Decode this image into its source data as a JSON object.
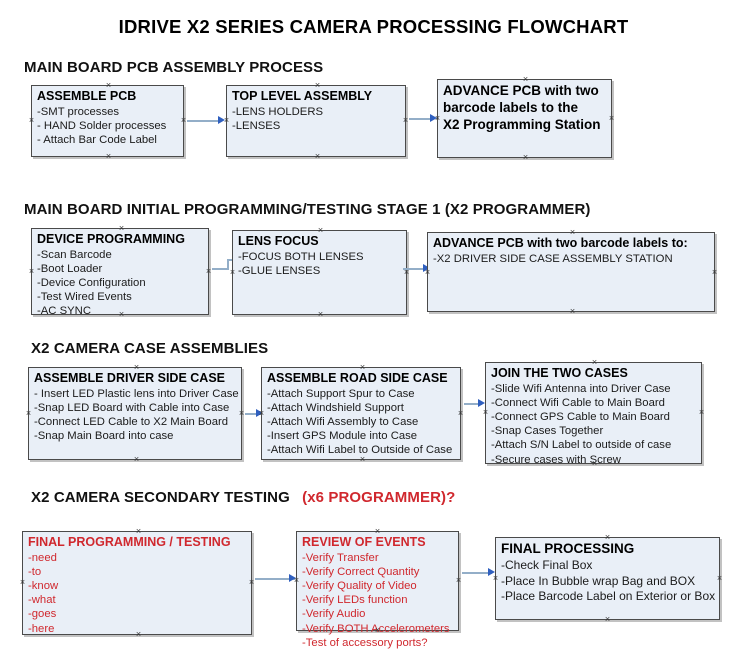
{
  "document": {
    "title": "IDRIVE X2  SERIES CAMERA PROCESSING FLOWCHART"
  },
  "colors": {
    "node_fill": "#e9eff7",
    "node_border": "#4a4a4a",
    "connector": "#93aec8",
    "arrow_head": "#2f5fbf",
    "red_text": "#d0282e",
    "black_text": "#000000"
  },
  "sections": [
    {
      "heading": "MAIN BOARD PCB ASSEMBLY PROCESS",
      "heading_red": "",
      "nodes": [
        {
          "title": "ASSEMBLE PCB",
          "lines": [
            "-SMT processes",
            "- HAND Solder processes",
            "- Attach Bar Code Label"
          ]
        },
        {
          "title": "TOP LEVEL ASSEMBLY",
          "lines": [
            "-LENS HOLDERS",
            "-LENSES"
          ]
        },
        {
          "title": "ADVANCE PCB with two",
          "lines": [
            "barcode labels to the",
            " X2 Programming Station"
          ]
        }
      ]
    },
    {
      "heading": "MAIN BOARD INITIAL PROGRAMMING/TESTING STAGE 1 (X2 PROGRAMMER)",
      "heading_red": "",
      "nodes": [
        {
          "title": "DEVICE PROGRAMMING",
          "lines": [
            "-Scan Barcode",
            "-Boot Loader",
            "-Device Configuration",
            "-Test Wired Events",
            "-AC SYNC"
          ]
        },
        {
          "title": "LENS FOCUS",
          "lines": [
            "-FOCUS BOTH LENSES",
            "-GLUE LENSES"
          ]
        },
        {
          "title": "ADVANCE PCB with two barcode labels to:",
          "lines": [
            "-X2 DRIVER  SIDE  CASE  ASSEMBLY STATION"
          ]
        }
      ]
    },
    {
      "heading": "X2 CAMERA CASE ASSEMBLIES",
      "heading_red": "",
      "nodes": [
        {
          "title": "ASSEMBLE DRIVER SIDE CASE",
          "lines": [
            "- Insert LED Plastic lens into Driver Case",
            "-Snap LED Board with Cable into Case",
            "-Connect LED Cable to X2 Main Board",
            "-Snap Main Board into case"
          ]
        },
        {
          "title": "ASSEMBLE ROAD SIDE CASE",
          "lines": [
            "-Attach Support Spur to Case",
            "-Attach Windshield Support",
            "-Attach Wifi Assembly to Case",
            "-Insert GPS Module into Case",
            "-Attach Wifi Label to Outside of Case"
          ]
        },
        {
          "title": "JOIN THE TWO CASES",
          "lines": [
            "-Slide Wifi Antenna into Driver Case",
            "-Connect Wifi Cable to Main Board",
            "-Connect GPS Cable to Main Board",
            "-Snap Cases Together",
            "-Attach S/N Label to outside of case",
            "-Secure cases with Screw"
          ]
        }
      ]
    },
    {
      "heading": "X2 CAMERA SECONDARY TESTING",
      "heading_red": "(x6 PROGRAMMER)?",
      "nodes": [
        {
          "title": "FINAL PROGRAMMING / TESTING",
          "lines": [
            "-need",
            "-to",
            "-know",
            "-what",
            "-goes",
            "-here"
          ]
        },
        {
          "title": "REVIEW OF EVENTS",
          "lines": [
            "-Verify Transfer",
            "-Verify Correct Quantity",
            "-Verify Quality of Video",
            "-Verify LEDs function",
            "-Verify Audio",
            "-Verify BOTH Accelerometers",
            "-Test of accessory ports?"
          ]
        },
        {
          "title": "FINAL PROCESSING",
          "lines": [
            " -Check Final Box",
            "-Place In Bubble wrap Bag and BOX",
            "-Place Barcode Label on Exterior or Box"
          ]
        }
      ]
    }
  ]
}
